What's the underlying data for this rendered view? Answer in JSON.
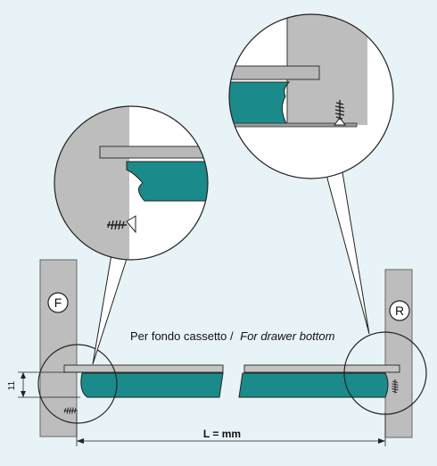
{
  "labels": {
    "front_marker": "F",
    "rear_marker": "R",
    "caption_it": "Per fondo cassetto /",
    "caption_en": "For drawer bottom",
    "height_dimension": "11",
    "length_dimension": "L = mm"
  },
  "colors": {
    "background": "#e8f3f7",
    "panel_gray": "#bdbdbd",
    "drawer_teal": "#1a8a8a",
    "outline": "#222222"
  }
}
